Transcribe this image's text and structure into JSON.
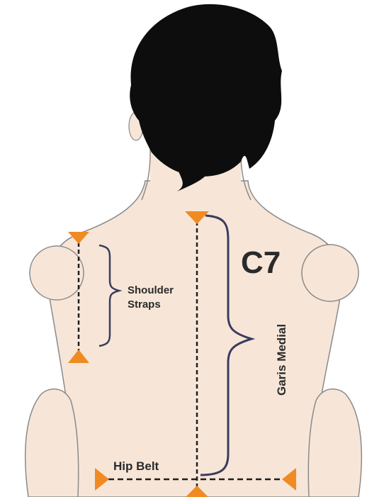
{
  "labels": {
    "shoulder_straps_line1": "Shoulder",
    "shoulder_straps_line2": "Straps",
    "c7": "C7",
    "garis_medial": "Garis Medial",
    "hip_belt": "Hip Belt"
  },
  "colors": {
    "skin": "#f7e6d8",
    "outline": "#8a8a8a",
    "hair": "#0d0d0d",
    "marker": "#f08a22",
    "brace": "#3a3d5c",
    "dash": "#1e1e1e",
    "text": "#2a2a2a"
  }
}
